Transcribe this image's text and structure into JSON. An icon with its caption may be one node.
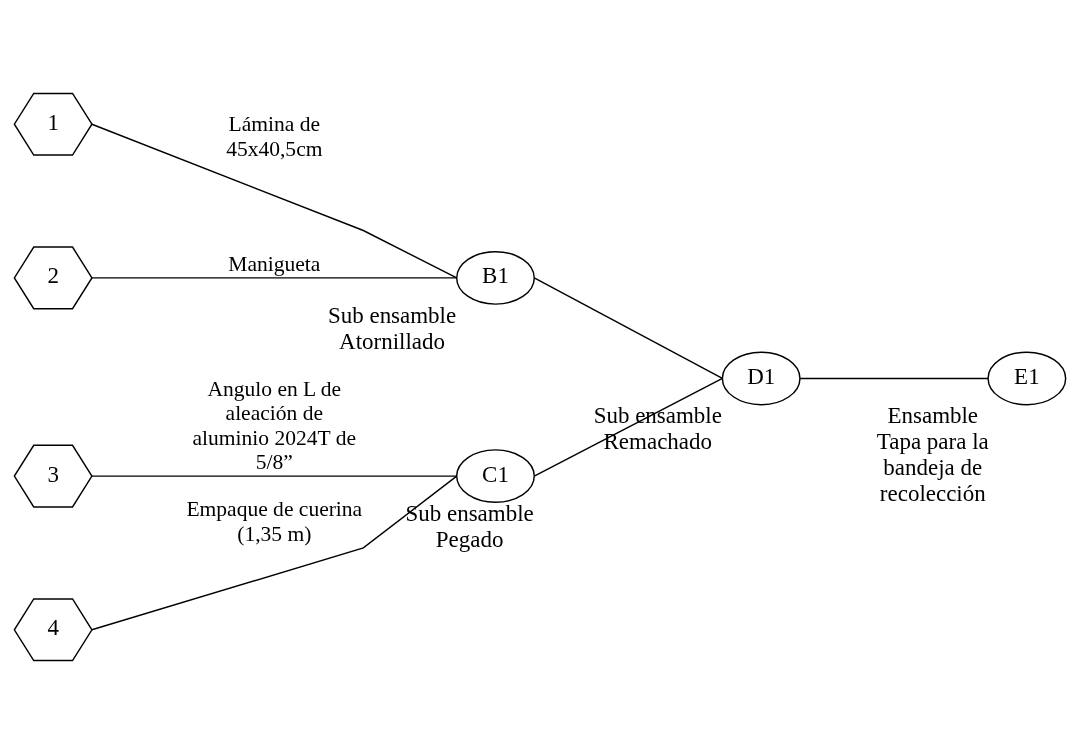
{
  "diagram": {
    "nodes": [
      {
        "text": [
          "1"
        ]
      },
      {
        "text": [
          "2"
        ]
      },
      {
        "text": [
          "3"
        ]
      },
      {
        "text": [
          "4"
        ]
      },
      {
        "text": [
          "B1"
        ],
        "beside": [
          "Sub ensamble",
          "Atornillado"
        ]
      },
      {
        "text": [
          "C1"
        ],
        "beside": [
          "Sub ensamble",
          "Pegado"
        ]
      },
      {
        "text": [
          "D1"
        ],
        "beside": [
          "Sub ensamble",
          "Remachado"
        ]
      },
      {
        "text": [
          "E1"
        ],
        "beside": [
          "Ensamble",
          "Tapa para la bandeja de recolección"
        ]
      }
    ],
    "edges": [
      {
        "from": 0,
        "to": 4,
        "arrow": "none",
        "label": "Lámina de 45x40,5cm"
      },
      {
        "from": 1,
        "to": 4,
        "arrow": "none",
        "label": "Manigueta"
      },
      {
        "from": 2,
        "to": 5,
        "arrow": "none",
        "label": "Angulo en L de aleación de aluminio 2024T de 5/8”"
      },
      {
        "from": 3,
        "to": 5,
        "arrow": "none",
        "label": "Empaque de cuerina (1,35 m)"
      },
      {
        "from": 4,
        "to": 6,
        "arrow": "none"
      },
      {
        "from": 5,
        "to": 6,
        "arrow": "none"
      },
      {
        "from": 6,
        "to": 7,
        "arrow": "none"
      }
    ]
  }
}
